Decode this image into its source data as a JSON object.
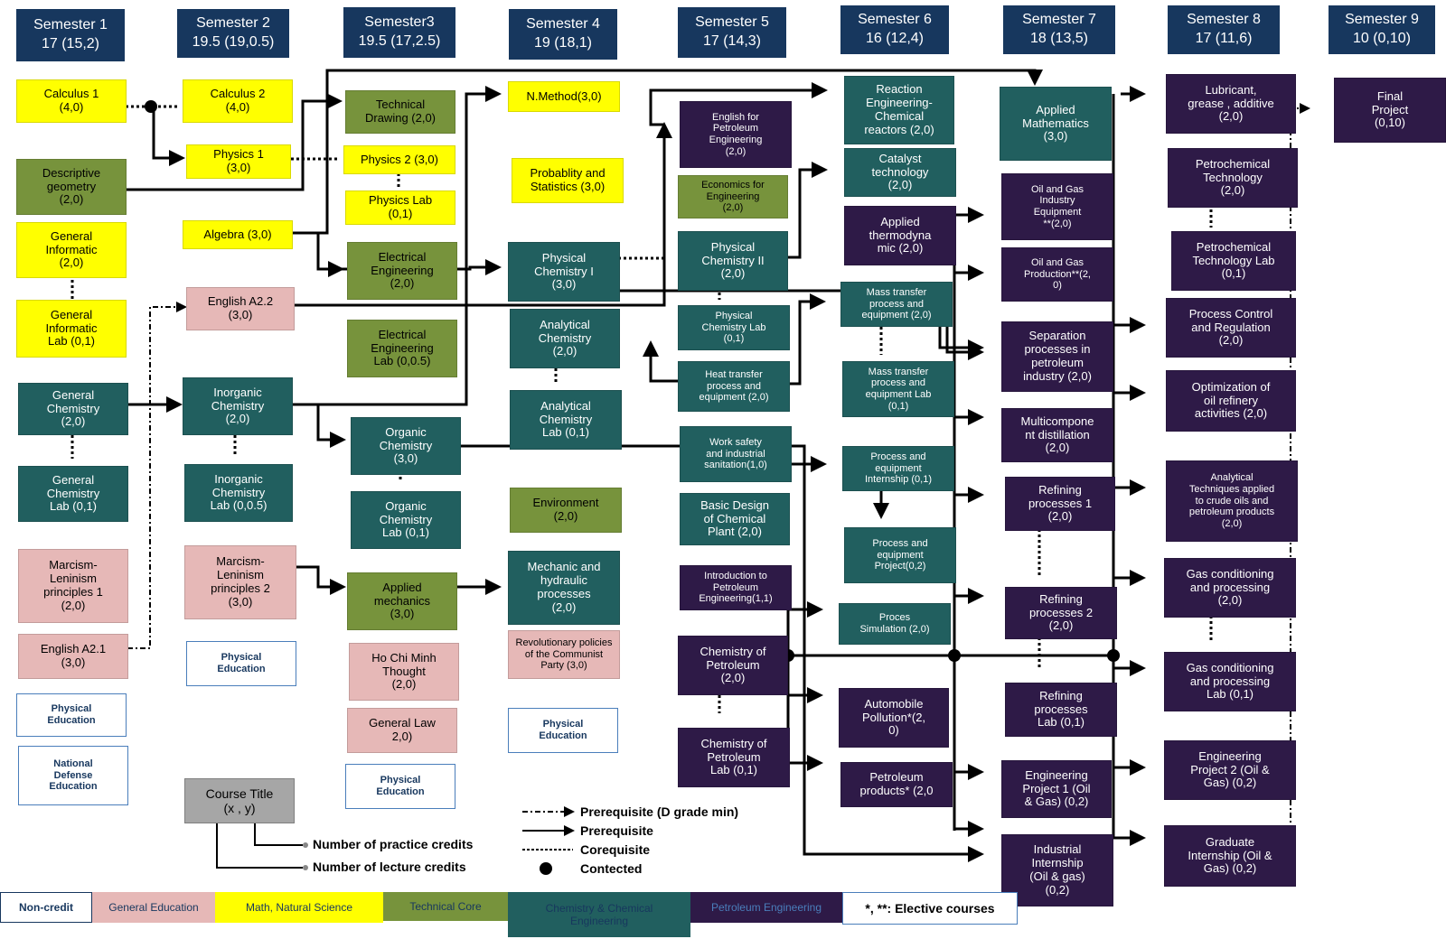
{
  "semesters": [
    {
      "label": "Semester 1",
      "credits": "17 (15,2)"
    },
    {
      "label": "Semester  2",
      "credits": "19.5 (19,0.5)"
    },
    {
      "label": "Semester3",
      "credits": "19.5 (17,2.5)"
    },
    {
      "label": "Semester 4",
      "credits": "19 (18,1)"
    },
    {
      "label": "Semester 5",
      "credits": "17 (14,3)"
    },
    {
      "label": "Semester 6",
      "credits": "16 (12,4)"
    },
    {
      "label": "Semester 7",
      "credits": "18  (13,5)"
    },
    {
      "label": "Semester 8",
      "credits": "17 (11,6)"
    },
    {
      "label": "Semester 9",
      "credits": "10 (0,10)"
    }
  ],
  "courses": {
    "calc1": "Calculus 1\n(4,0)",
    "desc_geo": "Descriptive\ngeometry\n(2,0)",
    "gen_inf": "General\nInformatic\n(2,0)",
    "gen_inf_lab": "General\nInformatic\nLab (0,1)",
    "gen_chem": "General\nChemistry\n(2,0)",
    "gen_chem_lab": "General\nChemistry\nLab (0,1)",
    "marx1": "Marcism-\nLeninism\nprinciples 1\n(2,0)",
    "eng_a21": "English A2.1\n(3,0)",
    "pe1": "Physical\nEducation",
    "nde": "National\nDefense\nEducation",
    "calc2": "Calculus 2\n(4,0)",
    "phys1": "Physics  1\n(3,0)",
    "algebra": "Algebra (3,0)",
    "eng_a22": "English A2.2\n(3,0)",
    "inorg": "Inorganic\nChemistry\n(2,0)",
    "inorg_lab": "Inorganic\nChemistry\nLab (0,0.5)",
    "marx2": "Marcism-\nLeninism\nprinciples 2\n(3,0)",
    "pe2": "Physical\nEducation",
    "tech_draw": "Technical\nDrawing (2,0)",
    "phys2": "Physics 2 (3,0)",
    "phys_lab": "Physics  Lab\n(0,1)",
    "elec": "Electrical\nEngineering\n(2,0)",
    "elec_lab": "Electrical\nEngineering\nLab (0,0.5)",
    "org": "Organic\nChemistry\n(3,0)",
    "org_lab": "Organic\nChemistry\nLab (0,1)",
    "app_mech": "Applied\nmechanics\n(3,0)",
    "hcm": "Ho Chi Minh\nThought\n(2,0)",
    "gen_law": "General Law\n2,0)",
    "pe3": "Physical\nEducation",
    "nmethod": "N.Method(3,0)",
    "prob": "Probablity and\nStatistics (3,0)",
    "phys_chem1": "Physical\nChemistry I\n(3,0)",
    "anal_chem": "Analytical\nChemistry\n(2,0)",
    "anal_lab": "Analytical\nChemistry\nLab  (0,1)",
    "env": "Environment\n(2,0)",
    "mech_hyd": "Mechanic and\nhydraulic\nprocesses\n(2,0)",
    "rev_pol": "Revolutionary policies\nof the Communist\nParty (3,0)",
    "pe4": "Physical\nEducation",
    "eng_pet": "English for\nPetroleum\nEngineering\n(2,0)",
    "econ": "Economics for\nEngineering\n(2,0)",
    "phys_chem2": "Physical\nChemistry II\n(2,0)",
    "phys_chem_lab": "Physical\nChemistry Lab\n(0,1)",
    "heat": "Heat transfer\nprocess and\nequipment (2,0)",
    "work_safety": "Work safety\nand industrial\nsanitation(1,0)",
    "basic_design": "Basic Design\nof  Chemical\nPlant (2,0)",
    "intro_pet": "Introduction to\nPetroleum\nEngineering(1,1)",
    "chem_pet": "Chemistry of\nPetroleum\n(2,0)",
    "chem_pet_lab": "Chemistry of\nPetroleum\nLab (0,1)",
    "reaction": "Reaction\nEngineering-\nChemical\nreactors (2,0)",
    "catalyst": "Catalyst\ntechnology\n(2,0)",
    "app_thermo": "Applied\nthermodyna\nmic  (2,0)",
    "mass": "Mass transfer\nprocess and\nequipment (2,0)",
    "mass_lab": "Mass transfer\nprocess and\nequipment Lab\n(0,1)",
    "proc_intern": "Process and\nequipment\nInternship (0,1)",
    "proc_proj": "Process and\nequipment\nProject(0,2)",
    "proc_sim": "Proces\nSimulation (2,0)",
    "auto_poll": "Automobile\nPollution*(2,\n0)",
    "pet_prod": "Petroleum\nproducts* (2,0",
    "app_math": "Applied\nMathematics\n(3,0)",
    "og_equip": "Oil and Gas\nIndustry\nEquipment\n**(2,0)",
    "og_prod": "Oil and Gas\nProduction**(2,\n0)",
    "sep": "Separation\nprocesses in\npetroleum\nindustry (2,0)",
    "multi": "Multicompone\nnt  distillation\n(2,0)",
    "ref1": "Refining\nprocesses 1\n(2,0)",
    "ref2": "Refining\nprocesses 2\n(2,0)",
    "ref_lab": "Refining\nprocesses\nLab (0,1)",
    "eng_proj1": "Engineering\nProject 1 (Oil\n& Gas) (0,2)",
    "ind_intern": "Industrial\nInternship\n(Oil & gas)\n(0,2)",
    "lubricant": "Lubricant,\ngrease , additive\n(2,0)",
    "petrochem": "Petrochemical\nTechnology\n(2,0)",
    "petrochem_lab": "Petrochemical\nTechnology Lab\n(0,1)",
    "proc_ctrl": "Process Control\nand Regulation\n(2,0)",
    "optim": "Optimization of\noil refinery\nactivities (2,0)",
    "anal_tech": "Analytical\nTechniques applied\nto crude oils and\npetroleum products\n(2,0)",
    "gas_cond": "Gas conditioning\nand processing\n(2,0)",
    "gas_lab": "Gas conditioning\nand processing\nLab  (0,1)",
    "eng_proj2": "Engineering\nProject 2  (Oil &\nGas) (0,2)",
    "grad_intern": "Graduate\nInternship (Oil &\nGas)  (0,2)",
    "final": "Final\nProject\n(0,10)"
  },
  "key": {
    "course_title": "Course Title\n(x      ,      y)",
    "practice": "Number of practice credits",
    "lecture": "Number of lecture credits",
    "prereq_d": "Prerequisite (D grade min)",
    "prereq": "Prerequisite",
    "coreq": "Corequisite",
    "contected": "Contected"
  },
  "legend": {
    "noncredit": "Non-credit",
    "general": "General Education",
    "math": "Math, Natural Science",
    "tech": "Technical Core",
    "chem": "Chemistry & Chemical\nEngineering",
    "pet": "Petroleum Engineering",
    "elective": "*, **: Elective courses"
  },
  "colors": {
    "header": "#17375e",
    "math": "#ffff00",
    "technical": "#77933c",
    "chemical": "#215f5f",
    "petroleum": "#2e1a47",
    "general": "#e6b8b7",
    "noncredit": "#ffffff"
  }
}
